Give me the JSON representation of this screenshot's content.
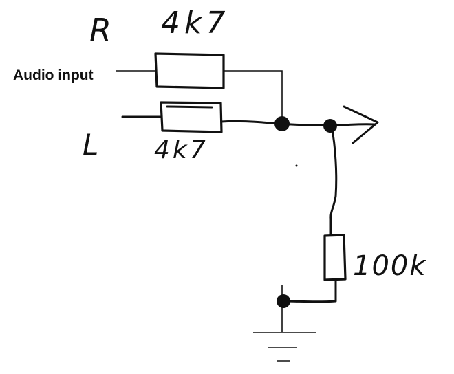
{
  "labels": {
    "audio_input": "Audio input",
    "channel_right": "R",
    "channel_left": "L",
    "resistor_right_value": "4k7",
    "resistor_left_value": "4k7",
    "resistor_pulldown_value": "100k"
  },
  "symbols": {
    "output": "arrow-icon",
    "ground": "ground-icon",
    "junction": "junction-dot"
  },
  "colors": {
    "ink": "#111111",
    "background": "#ffffff"
  }
}
